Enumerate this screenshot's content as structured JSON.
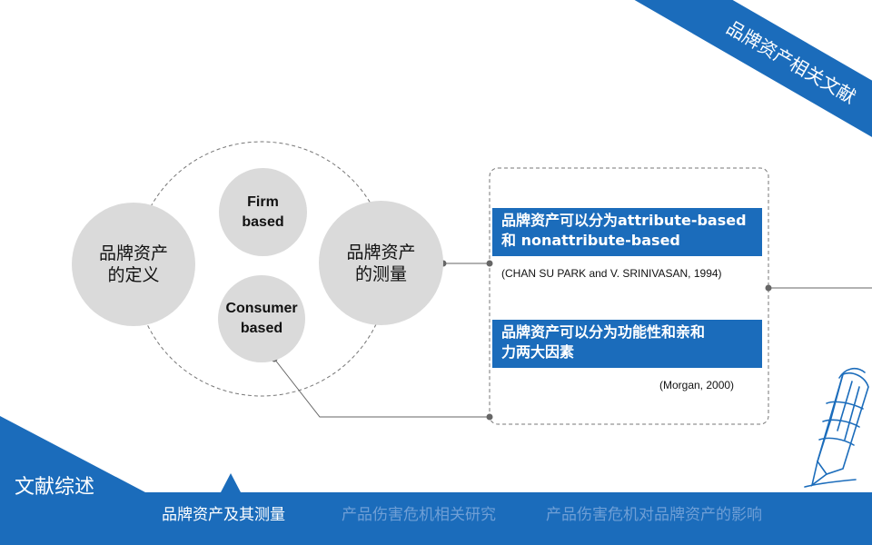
{
  "corner_banner": "品牌资产相关文献",
  "circles": {
    "definition": "品牌资产\n的定义",
    "firm_based": "Firm\nbased",
    "consumer_based": "Consumer\nbased",
    "measurement": "品牌资产\n的测量"
  },
  "findings": [
    {
      "text": "品牌资产可以分为attribute-based\n和 nonattribute-based",
      "citation": "(CHAN SU PARK and V. SRINIVASAN, 1994)"
    },
    {
      "text": "品牌资产可以分为功能性和亲和\n力两大因素",
      "citation": "(Morgan, 2000)"
    }
  ],
  "section_title": "文献综述",
  "nav": {
    "items": [
      "品牌资产及其测量",
      "产品伤害危机相关研究",
      "产品伤害危机对品牌资产的影响"
    ],
    "active_index": 0
  },
  "colors": {
    "accent": "#1b6cbb",
    "circle_fill": "#dadada",
    "nav_active_text": "#ffffff",
    "nav_inactive_text": "#6f9fd6"
  },
  "icons": [
    "pen-icon"
  ]
}
